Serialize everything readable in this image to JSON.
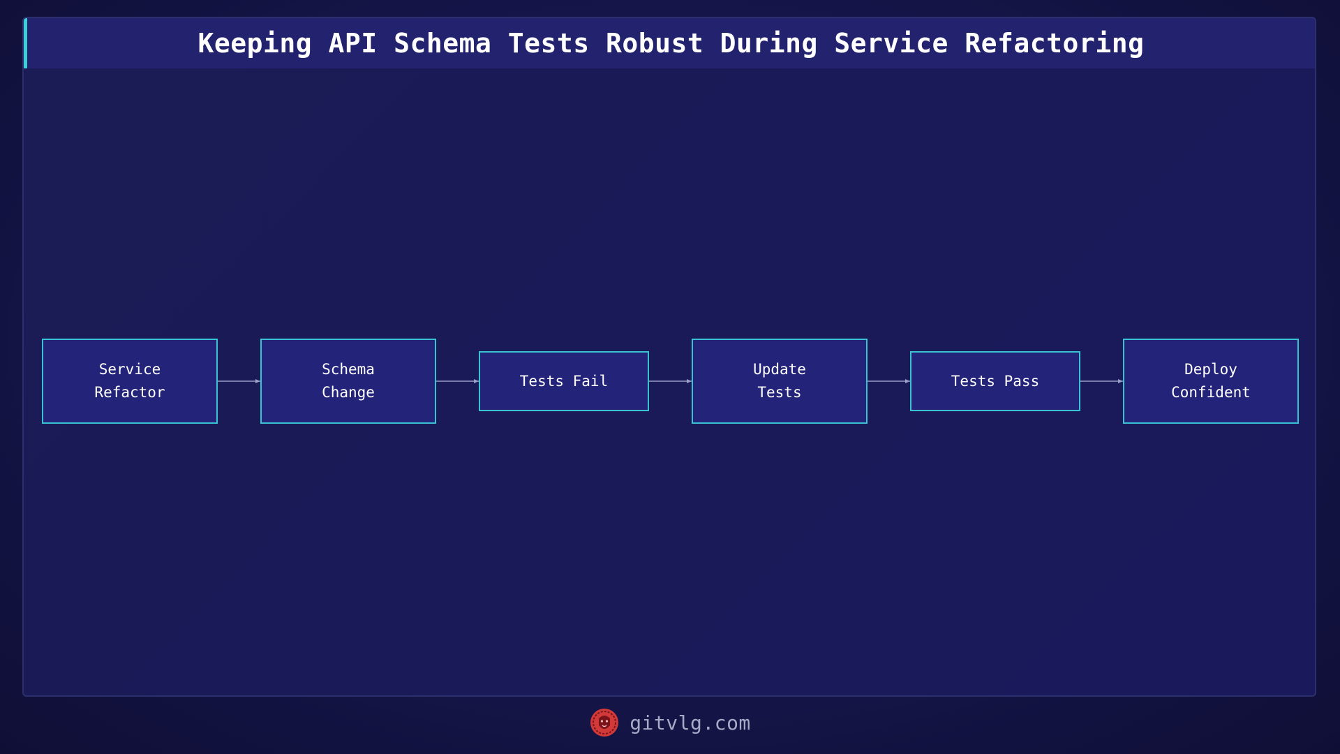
{
  "title": "Keeping API Schema Tests Robust During Service Refactoring",
  "flow": {
    "steps": [
      {
        "label": "Service\nRefactor"
      },
      {
        "label": "Schema\nChange"
      },
      {
        "label": "Tests Fail"
      },
      {
        "label": "Update\nTests"
      },
      {
        "label": "Tests Pass"
      },
      {
        "label": "Deploy\nConfident"
      }
    ]
  },
  "footer": {
    "logo_icon": "lion-logo-icon",
    "site": "gitvlg.com"
  },
  "colors": {
    "background": "#15154a",
    "title_bar": "#22226f",
    "accent": "#3ecfd6",
    "node_fill": "#23237a",
    "node_border": "#39c3d2",
    "arrow": "#9aa0c8",
    "logo": "#d23a3a"
  }
}
